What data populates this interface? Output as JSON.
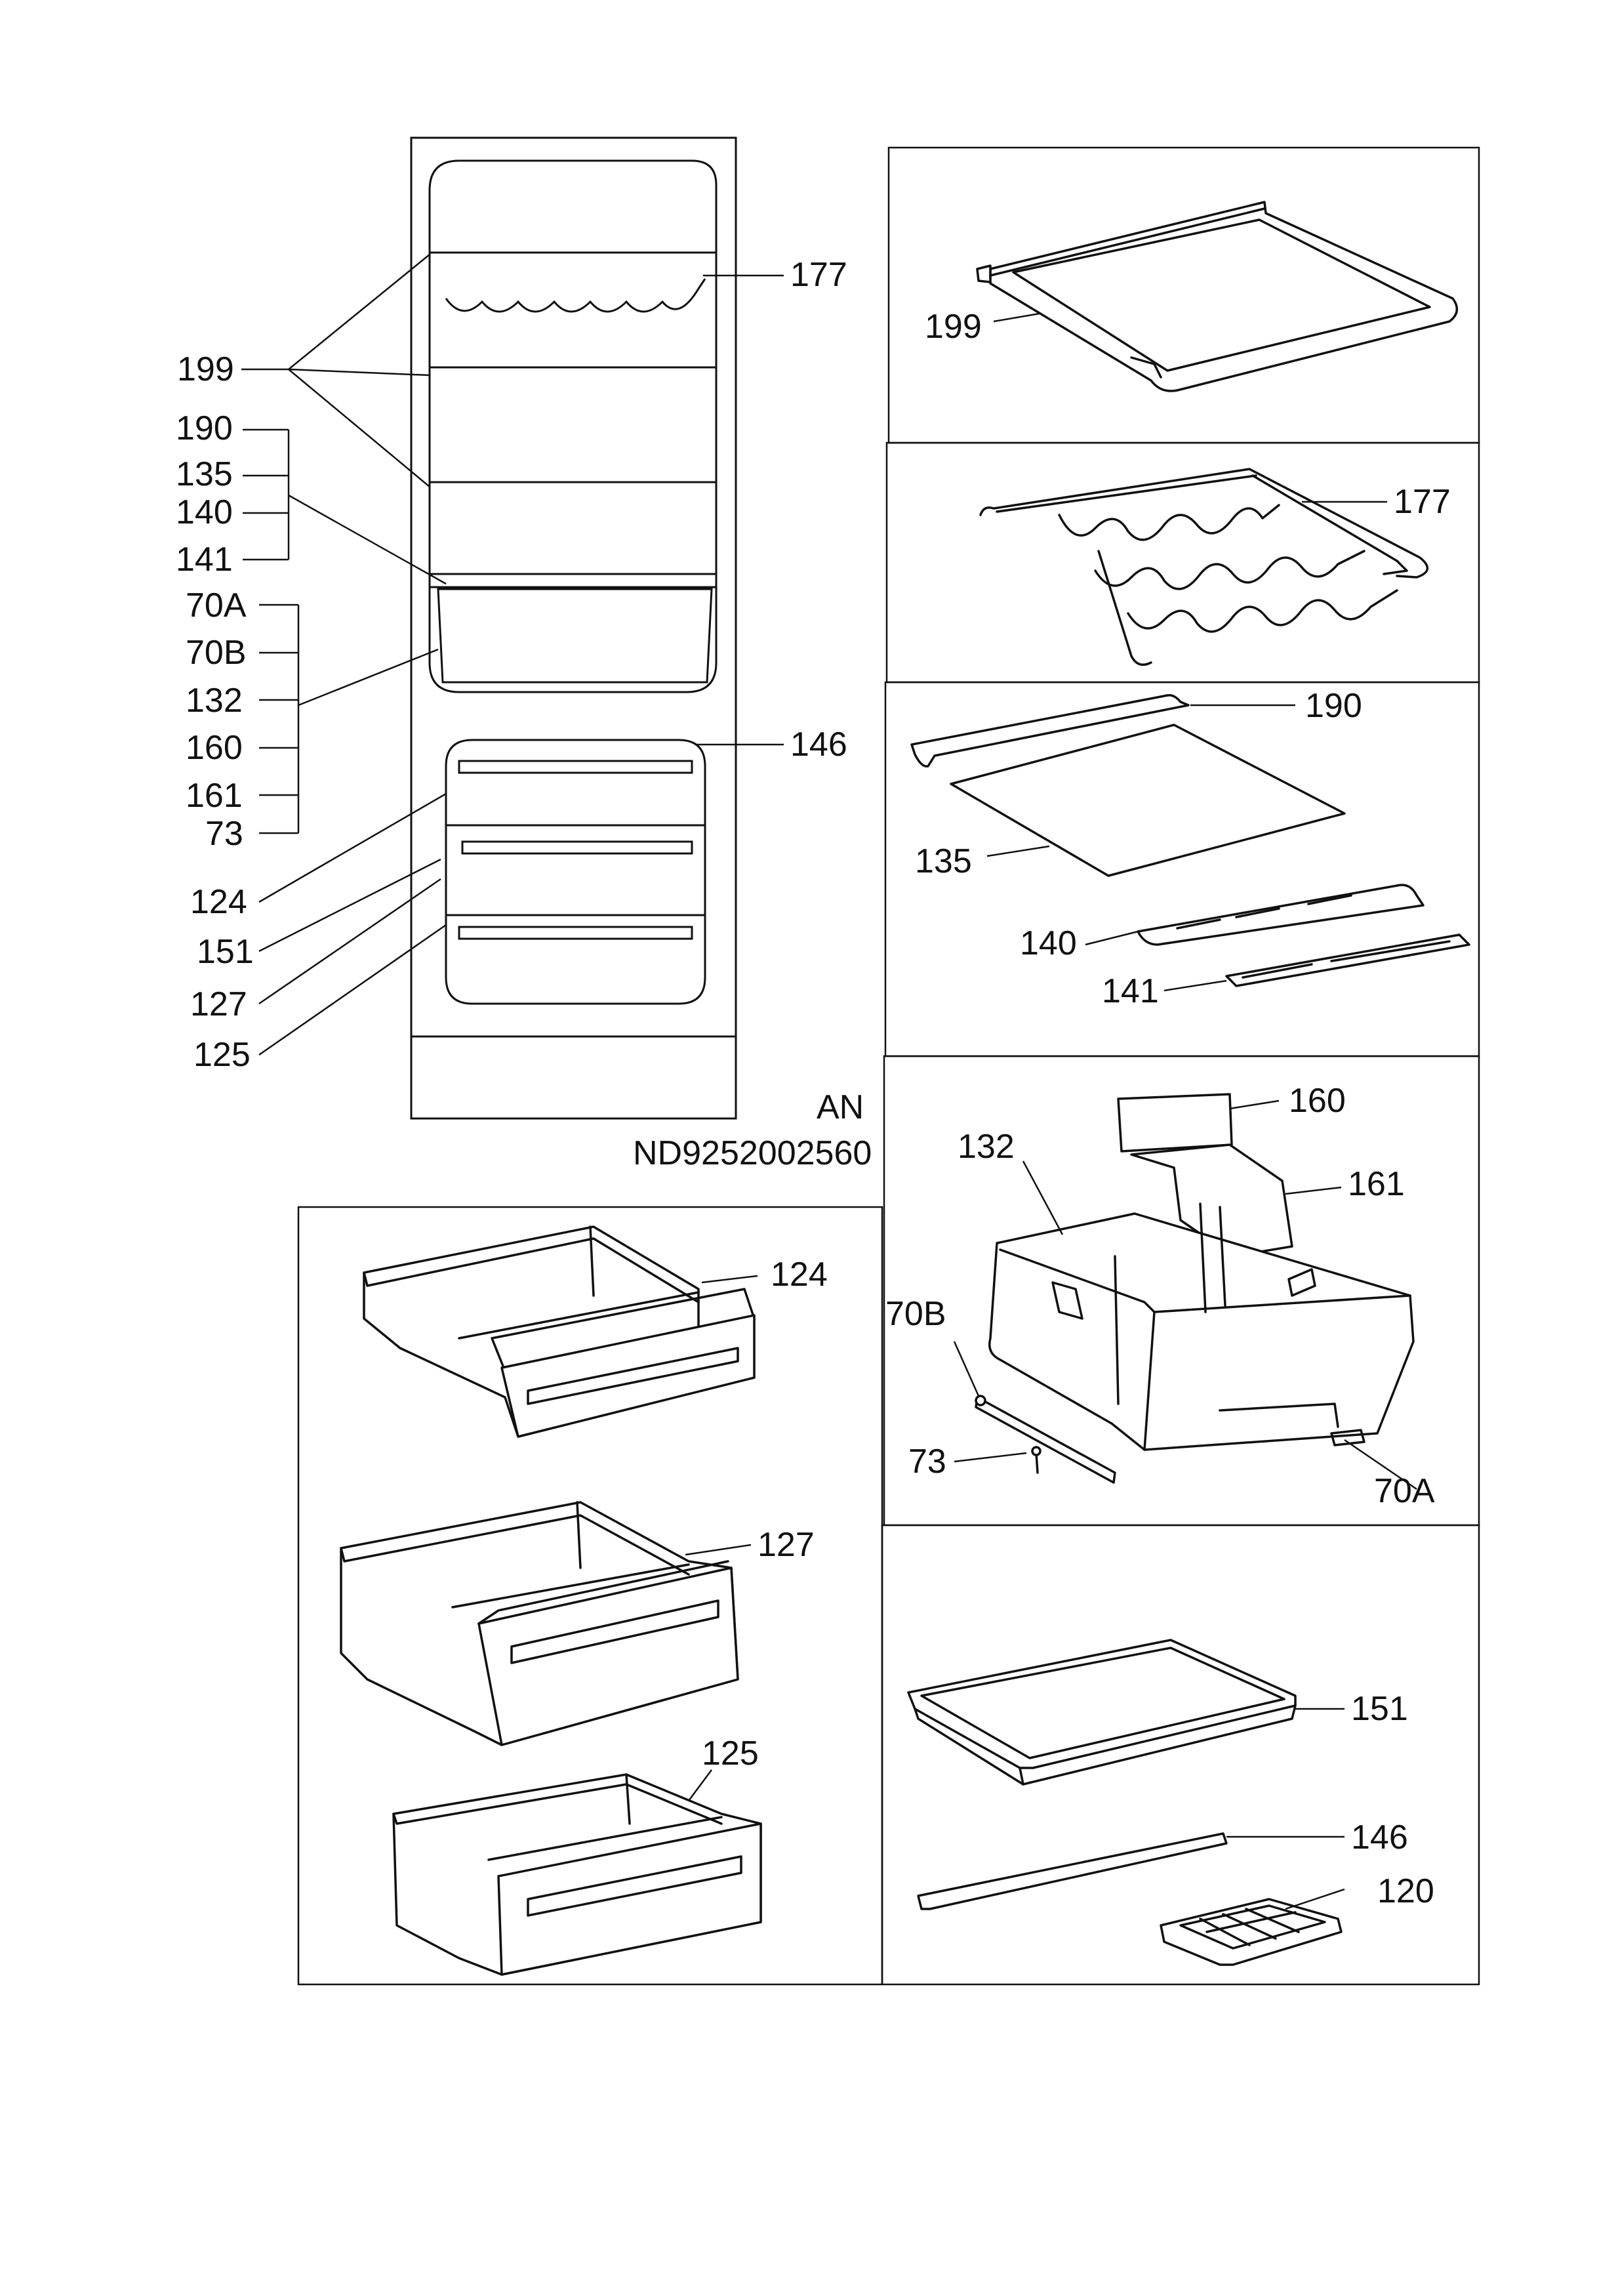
{
  "diagram": {
    "code_line1": "AN",
    "code_line2": "ND9252002560",
    "overview_labels": {
      "l199": "199",
      "l177": "177",
      "l190": "190",
      "l135": "135",
      "l140": "140",
      "l141": "141",
      "l70A": "70A",
      "l70B": "70B",
      "l132": "132",
      "l160": "160",
      "l161": "161",
      "l73": "73",
      "l146": "146",
      "l124": "124",
      "l151": "151",
      "l127": "127",
      "l125": "125"
    },
    "parts_labels": {
      "p199": "199",
      "p177": "177",
      "p190": "190",
      "p135": "135",
      "p140": "140",
      "p141": "141",
      "p160": "160",
      "p132": "132",
      "p161": "161",
      "p70B": "70B",
      "p73": "73",
      "p70A": "70A",
      "p124": "124",
      "p127": "127",
      "p125": "125",
      "p151": "151",
      "p146": "146",
      "p120": "120"
    }
  }
}
